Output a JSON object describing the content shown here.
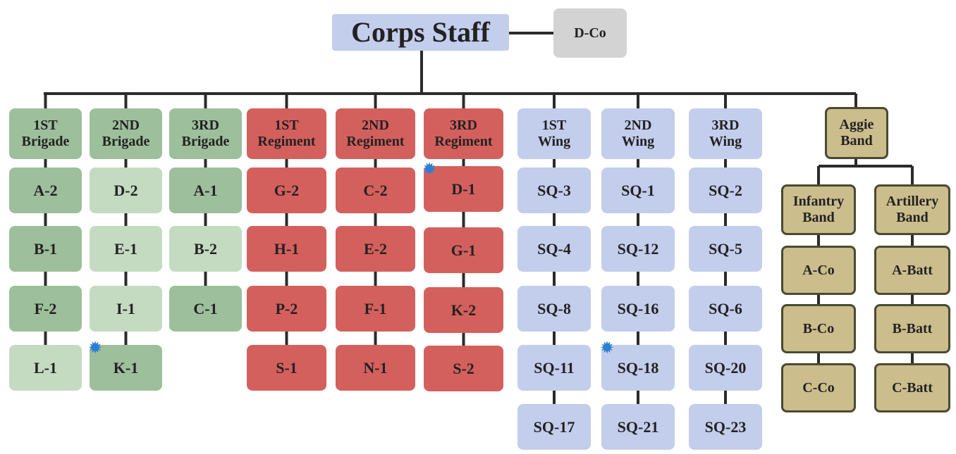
{
  "root": "Corps Staff",
  "side": "D-Co",
  "columns": [
    {
      "header": [
        "1ST",
        "Brigade"
      ],
      "units": [
        "A-2",
        "B-1",
        "F-2",
        "L-1"
      ]
    },
    {
      "header": [
        "2ND",
        "Brigade"
      ],
      "units": [
        "D-2",
        "E-1",
        "I-1",
        "K-1"
      ]
    },
    {
      "header": [
        "3RD",
        "Brigade"
      ],
      "units": [
        "A-1",
        "B-2",
        "C-1"
      ]
    },
    {
      "header": [
        "1ST",
        "Regiment"
      ],
      "units": [
        "G-2",
        "H-1",
        "P-2",
        "S-1"
      ]
    },
    {
      "header": [
        "2ND",
        "Regiment"
      ],
      "units": [
        "C-2",
        "E-2",
        "F-1",
        "N-1"
      ]
    },
    {
      "header": [
        "3RD",
        "Regiment"
      ],
      "units": [
        "D-1",
        "G-1",
        "K-2",
        "S-2"
      ]
    },
    {
      "header": [
        "1ST",
        "Wing"
      ],
      "units": [
        "SQ-3",
        "SQ-4",
        "SQ-8",
        "SQ-11",
        "SQ-17"
      ]
    },
    {
      "header": [
        "2ND",
        "Wing"
      ],
      "units": [
        "SQ-1",
        "SQ-12",
        "SQ-16",
        "SQ-18",
        "SQ-21"
      ]
    },
    {
      "header": [
        "3RD",
        "Wing"
      ],
      "units": [
        "SQ-2",
        "SQ-5",
        "SQ-6",
        "SQ-20",
        "SQ-23"
      ]
    }
  ],
  "band": {
    "header": [
      "Aggie",
      "Band"
    ],
    "sub": [
      {
        "header": [
          "Infantry",
          "Band"
        ],
        "units": [
          "A-Co",
          "B-Co",
          "C-Co"
        ]
      },
      {
        "header": [
          "Artillery",
          "Band"
        ],
        "units": [
          "A-Batt",
          "B-Batt",
          "C-Batt"
        ]
      }
    ]
  },
  "markers": [
    "K-1",
    "D-1",
    "SQ-18"
  ],
  "colors": {
    "brigade_dark": "#9dbf9b",
    "brigade_light": "#c4dbc1",
    "regiment": "#d4605d",
    "wing": "#c3cdec",
    "band": "#cbbd8c",
    "side": "#d3d3d3",
    "marker": "#2c7fd0"
  }
}
